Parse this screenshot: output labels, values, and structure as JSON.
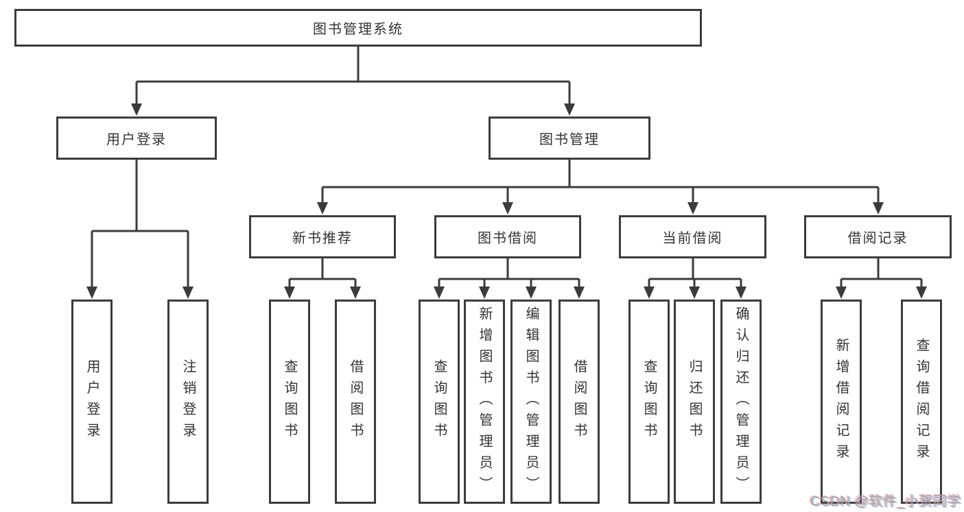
{
  "colors": {
    "line": "#3b3b3b",
    "box_border": "#3b3b3b",
    "text": "#333333",
    "background": "#ffffff",
    "watermark": "#a8a8a8"
  },
  "watermark": {
    "text": "CSDN @软件_小贺同学"
  },
  "tree": {
    "root": {
      "label": "图书管理系统"
    },
    "branches": [
      {
        "label": "用户登录",
        "children": [
          {
            "label": "用户登录"
          },
          {
            "label": "注销登录"
          }
        ]
      },
      {
        "label": "图书管理",
        "sections": [
          {
            "label": "新书推荐",
            "children": [
              {
                "label": "查询图书"
              },
              {
                "label": "借阅图书"
              }
            ]
          },
          {
            "label": "图书借阅",
            "children": [
              {
                "label": "查询图书"
              },
              {
                "label": "新增图书（管理员）"
              },
              {
                "label": "编辑图书（管理员）"
              },
              {
                "label": "借阅图书"
              }
            ]
          },
          {
            "label": "当前借阅",
            "children": [
              {
                "label": "查询图书"
              },
              {
                "label": "归还图书"
              },
              {
                "label": "确认归还（管理员）"
              }
            ]
          },
          {
            "label": "借阅记录",
            "children": [
              {
                "label": "新增借阅记录"
              },
              {
                "label": "查询借阅记录"
              }
            ]
          }
        ]
      }
    ]
  }
}
